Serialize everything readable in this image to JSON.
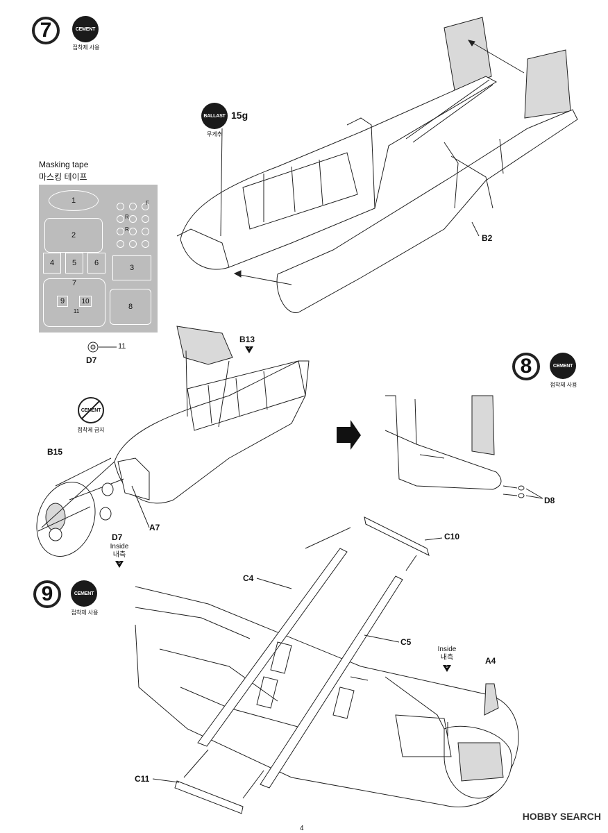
{
  "step7": {
    "number": "7",
    "cement_badge": "CEMENT",
    "cement_caption": "접착제 사용",
    "ballast_badge": "BALLAST",
    "ballast_weight": "15g",
    "ballast_caption": "무게추",
    "masking_title_en": "Masking tape",
    "masking_title_ko": "마스킹 테이프",
    "mask_pieces": [
      "1",
      "2",
      "3",
      "4",
      "5",
      "6",
      "7",
      "8",
      "9",
      "10",
      "11"
    ],
    "mask_letters": [
      "F",
      "R",
      "R"
    ],
    "part_b2": "B2",
    "part_d7": "D7",
    "d7_mask_ref": "11",
    "part_b13": "B13",
    "b13_ref": "2",
    "no_cement_badge": "CEMENT",
    "no_cement_caption": "접착제 금지",
    "part_b15": "B15",
    "part_a7": "A7",
    "part_d7_inside": "D7",
    "inside_en": "Inside",
    "inside_ko": "내측",
    "inside_ref": "5"
  },
  "step8": {
    "number": "8",
    "cement_badge": "CEMENT",
    "cement_caption": "접착제 사용",
    "part_d8": "D8"
  },
  "step9": {
    "number": "9",
    "cement_badge": "CEMENT",
    "cement_caption": "접착제 사용",
    "part_c4": "C4",
    "part_c5": "C5",
    "part_c10": "C10",
    "part_c11": "C11",
    "part_a4": "A4",
    "inside_en": "Inside",
    "inside_ko": "내측",
    "inside_ref": "5"
  },
  "watermark": "HOBBY SEARCH",
  "page_number": "4"
}
